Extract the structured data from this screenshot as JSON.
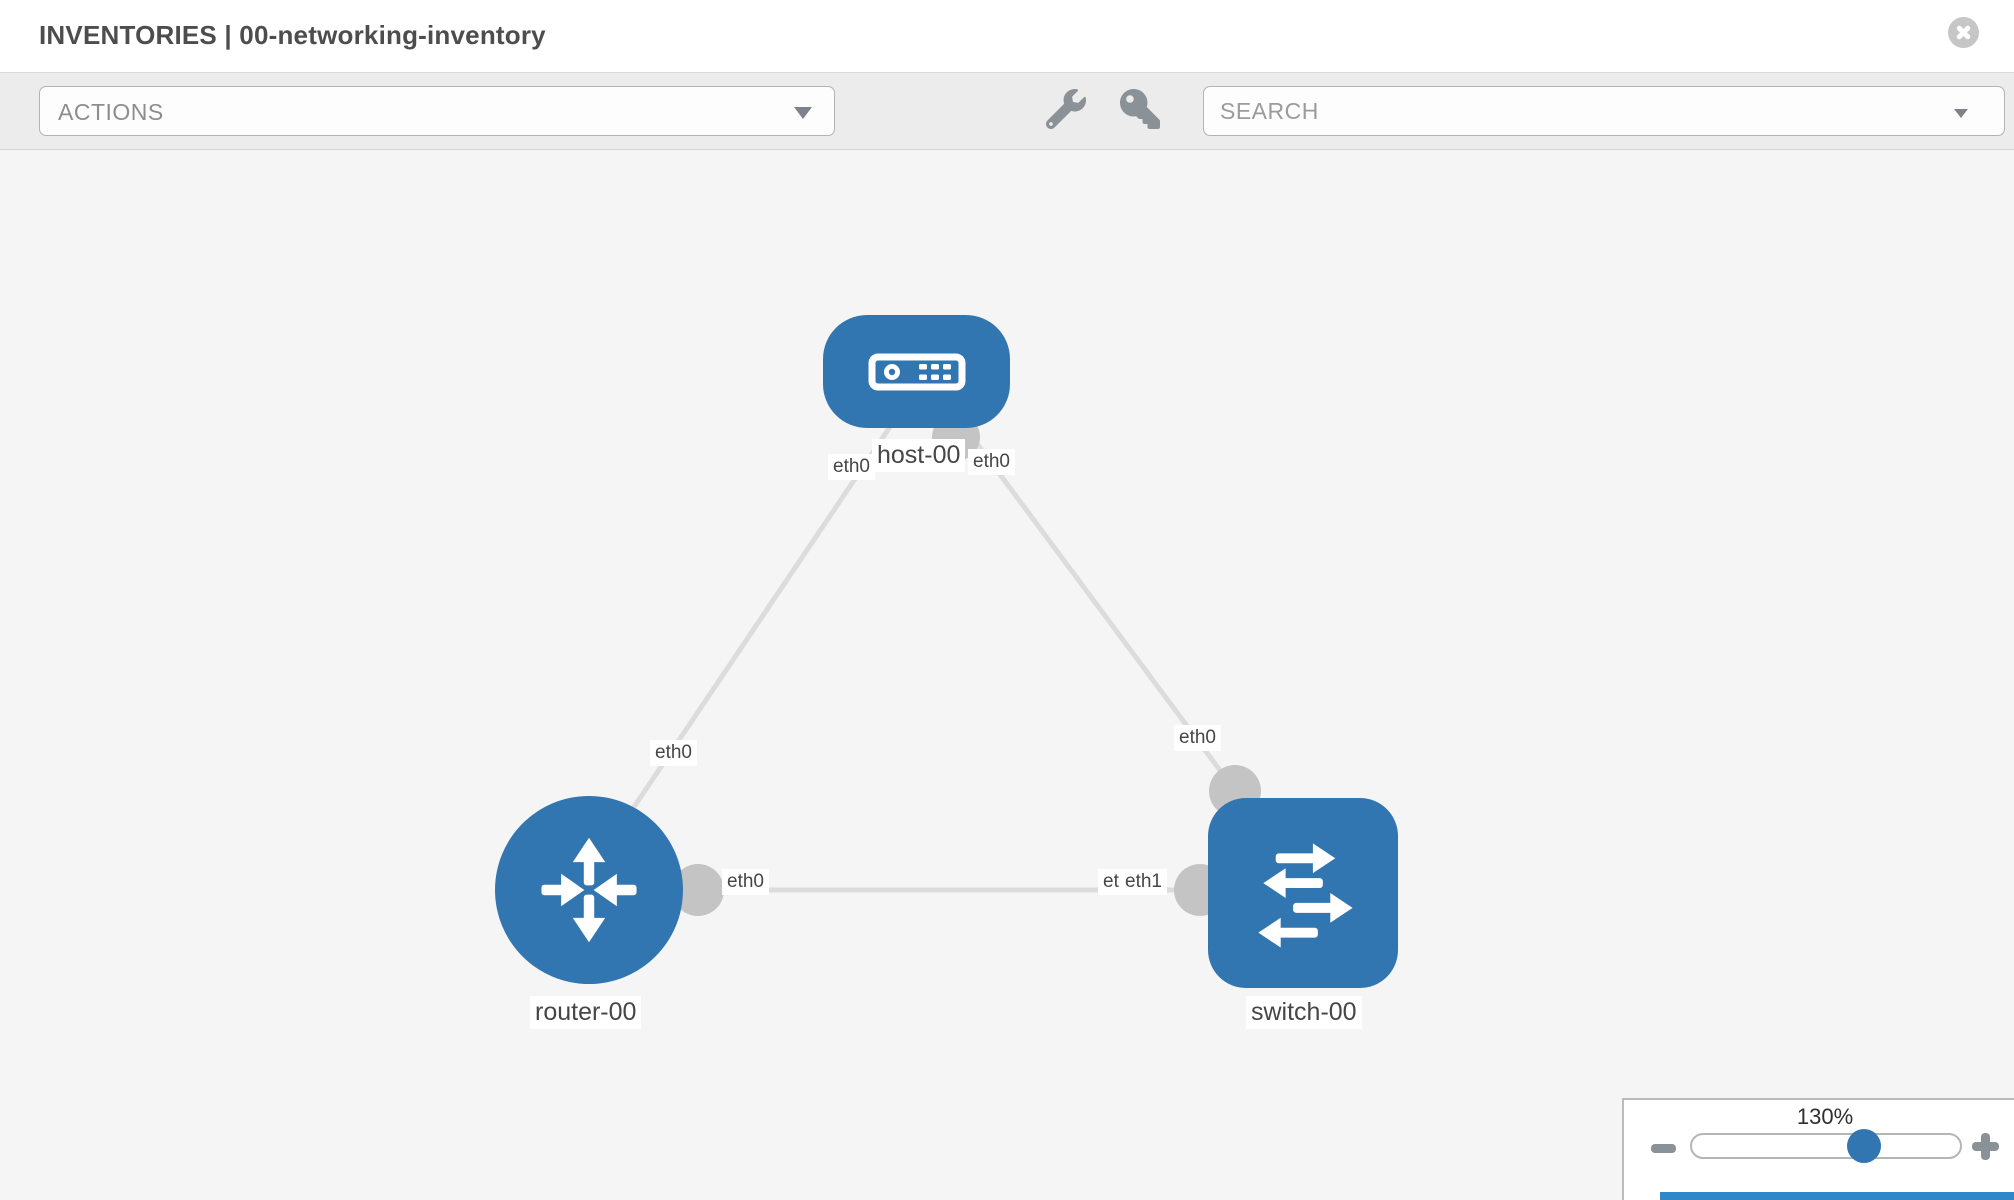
{
  "header": {
    "title": "INVENTORIES | 00-networking-inventory"
  },
  "toolbar": {
    "actions": {
      "label": "ACTIONS"
    },
    "search": {
      "placeholder": "SEARCH"
    }
  },
  "canvas": {
    "nodes": [
      {
        "name": "host-00",
        "type": "host"
      },
      {
        "name": "router-00",
        "type": "router"
      },
      {
        "name": "switch-00",
        "type": "switch"
      }
    ],
    "interfaces": {
      "host_left": "eth0",
      "host_right": "eth0",
      "router_top": "eth0",
      "router_right": "eth0",
      "switch_top": "eth0",
      "switch_left_back": "eth0",
      "switch_left_front": "eth1"
    },
    "links": [
      {
        "from": "host-00",
        "from_if": "eth0",
        "to": "router-00",
        "to_if": "eth0"
      },
      {
        "from": "host-00",
        "from_if": "eth0",
        "to": "switch-00",
        "to_if": "eth0"
      },
      {
        "from": "router-00",
        "from_if": "eth0",
        "to": "switch-00",
        "to_if": "eth1"
      }
    ]
  },
  "zoom": {
    "level": "130%"
  },
  "colors": {
    "node_blue": "#3276b1",
    "link_gray": "#dcdcdc",
    "connector_gray": "#c4c4c4",
    "accent_blue": "#2f87ca"
  }
}
